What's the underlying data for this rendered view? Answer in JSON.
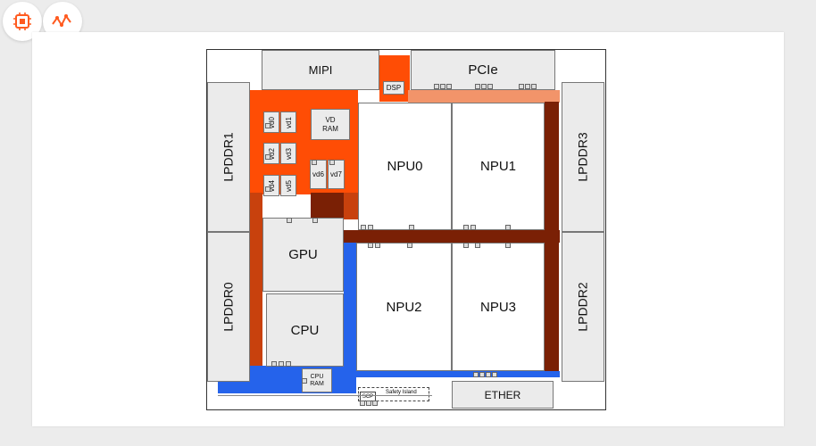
{
  "toolbar": {
    "icons": [
      "chip-icon",
      "waveform-icon"
    ]
  },
  "diagram": {
    "io": {
      "mipi": "MIPI",
      "pcie": "PCIe",
      "dsp": "DSP",
      "ether": "ETHER"
    },
    "memory": {
      "lpddr0": "LPDDR0",
      "lpddr1": "LPDDR1",
      "lpddr2": "LPDDR2",
      "lpddr3": "LPDDR3",
      "vd_ram": "VD RAM",
      "cpu_ram": "CPU RAM"
    },
    "compute": {
      "npu0": "NPU0",
      "npu1": "NPU1",
      "npu2": "NPU2",
      "npu3": "NPU3",
      "gpu": "GPU",
      "cpu": "CPU"
    },
    "video_decoders": [
      "vd0",
      "vd1",
      "vd2",
      "vd3",
      "vd4",
      "vd5",
      "vd6",
      "vd7"
    ],
    "safety": {
      "scp": "SCP",
      "island": "Safety Island"
    },
    "colors": {
      "orange": "#ff4d05",
      "dark_orange": "#c8410d",
      "brown": "#7a2005",
      "salmon": "#f2946a",
      "blue": "#2563eb",
      "block": "#ebebeb"
    }
  }
}
